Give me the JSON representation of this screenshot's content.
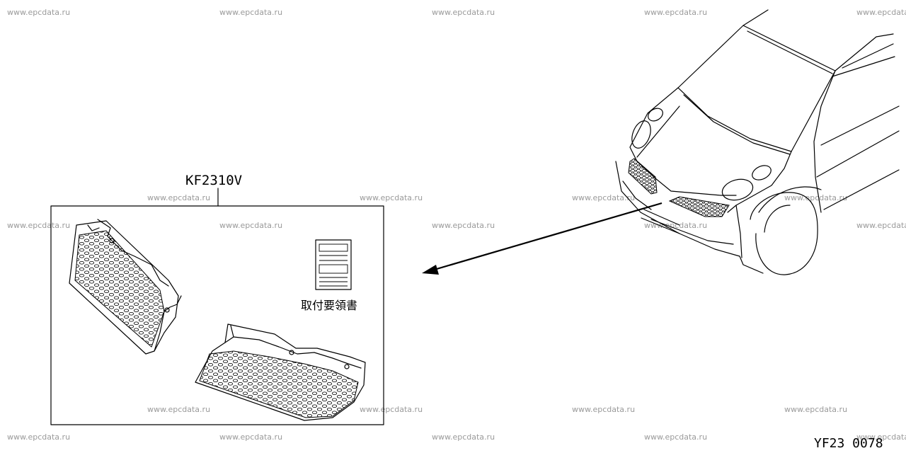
{
  "watermark": "www.epcdata.ru",
  "kit": {
    "part_number": "KF2310V",
    "manual_label": "取付要領書"
  },
  "figure_code": "YF23 0078"
}
